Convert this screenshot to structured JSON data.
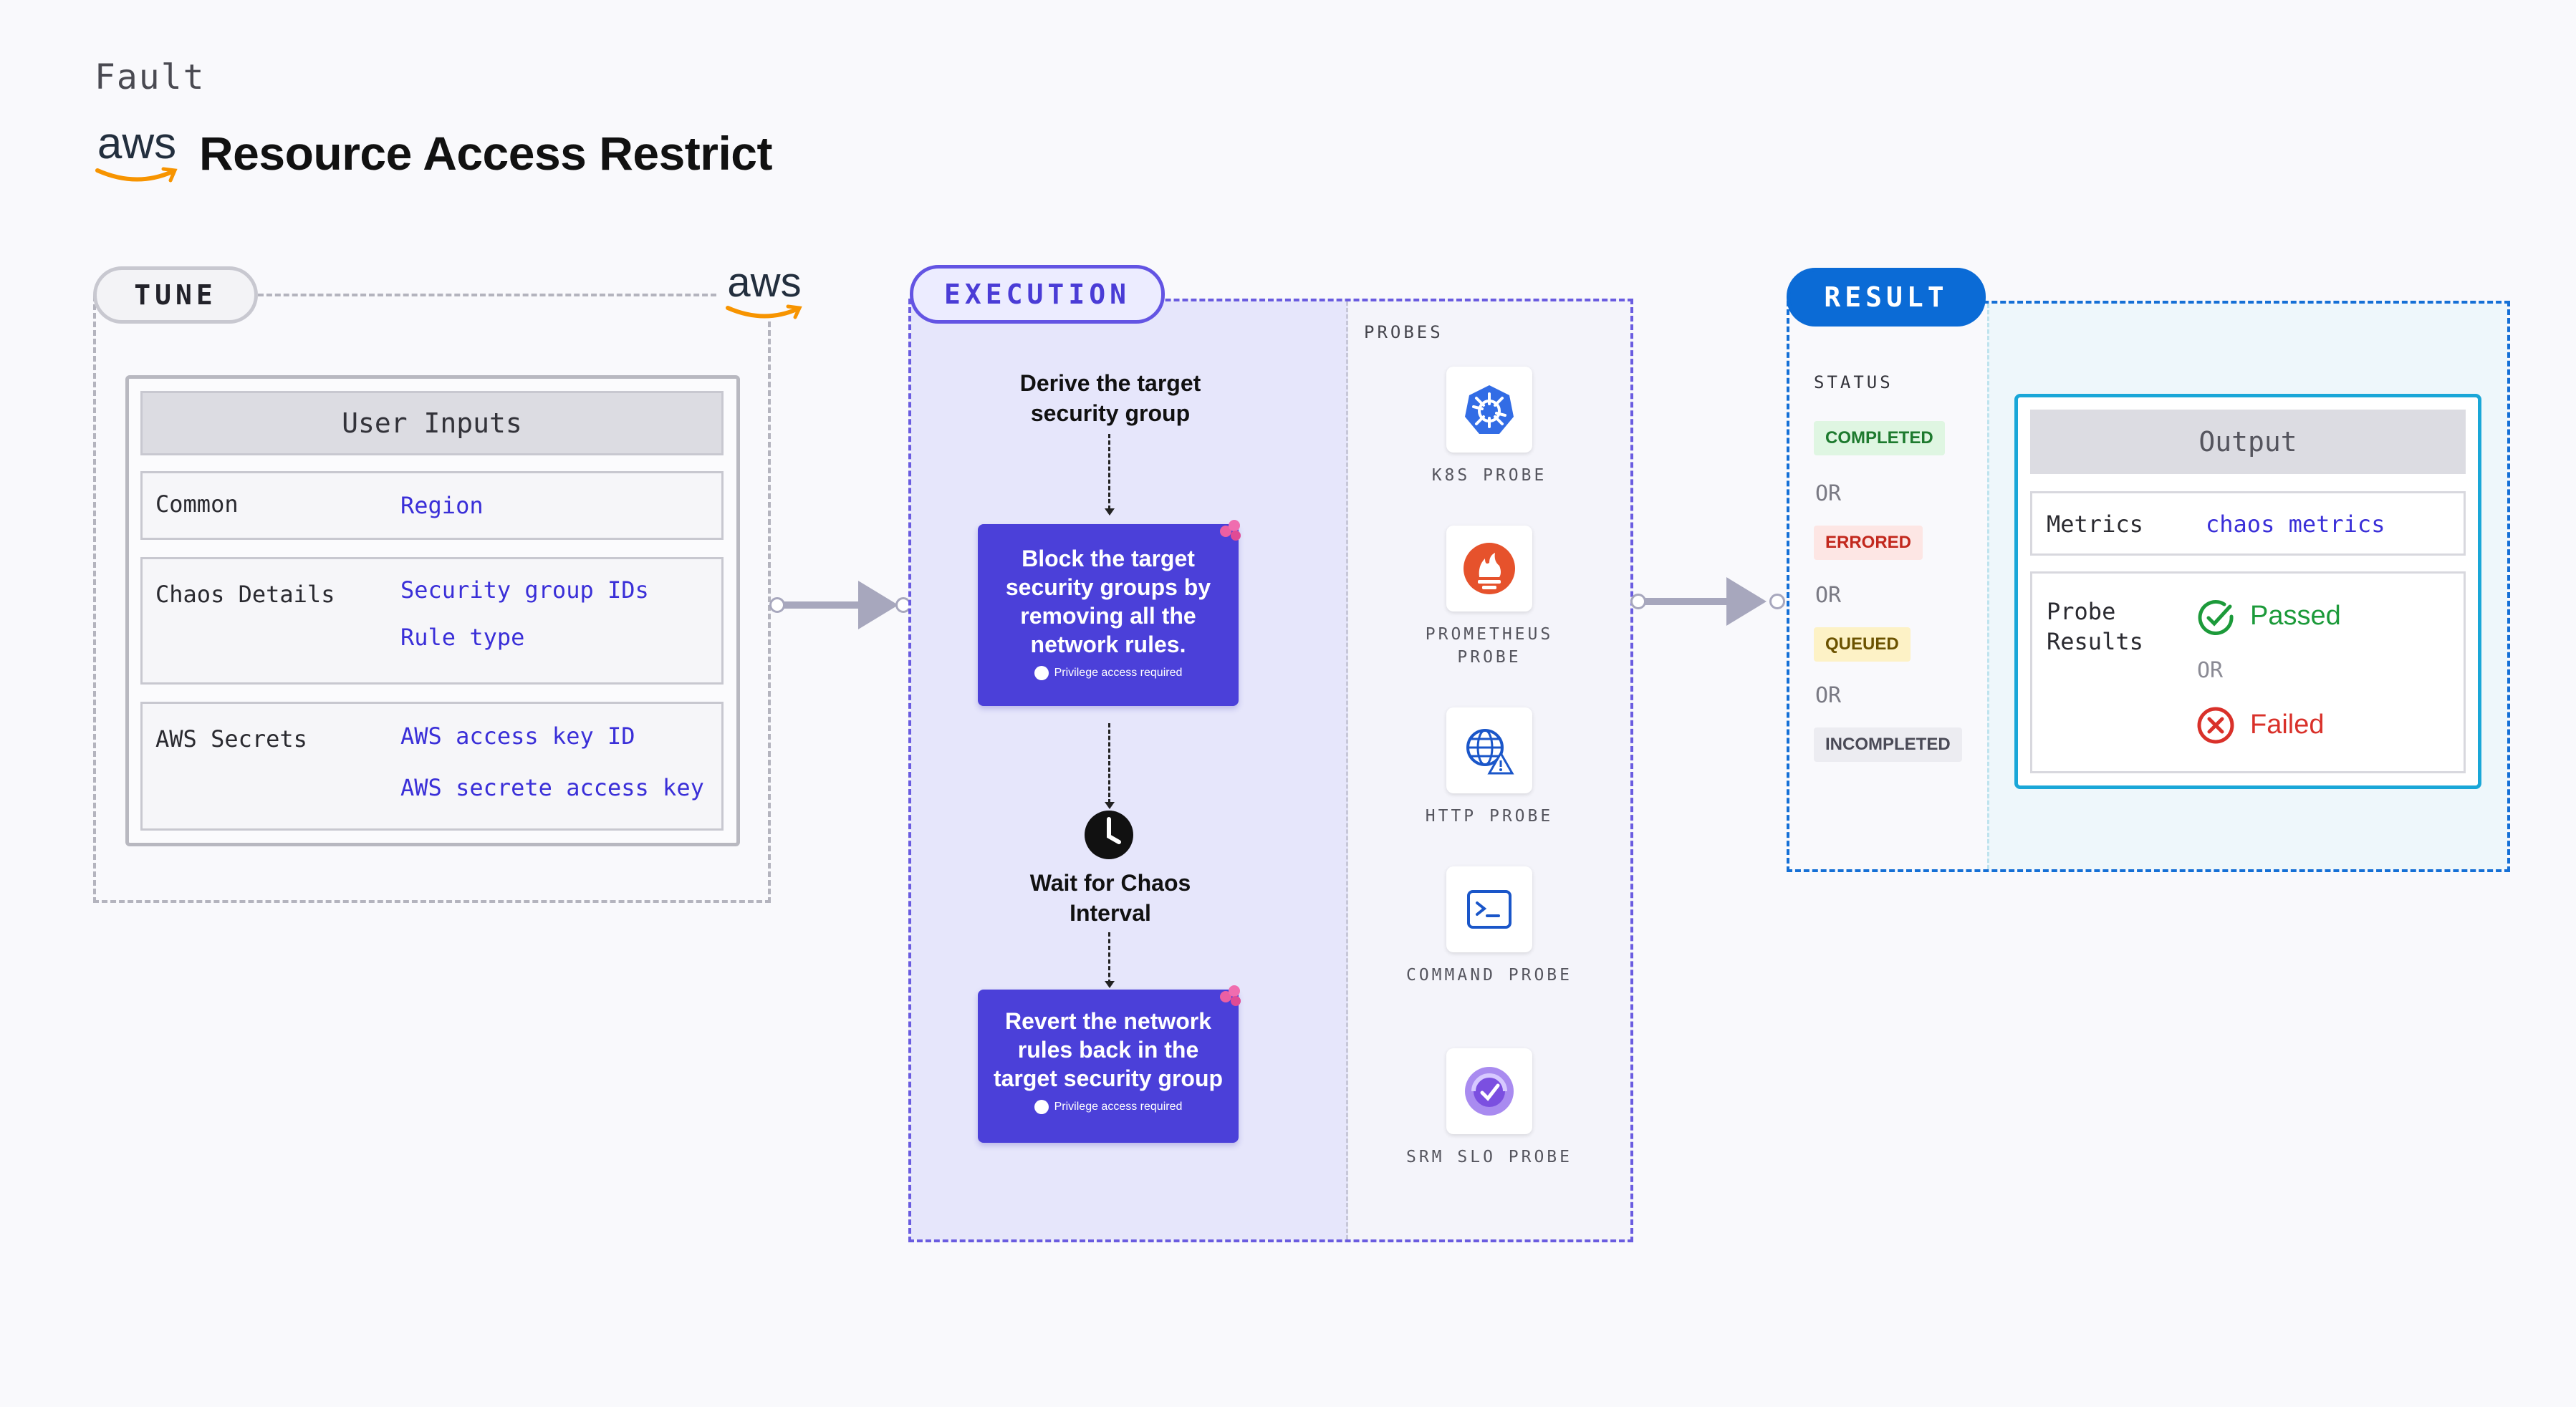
{
  "header": {
    "fault_label": "Fault",
    "title": "Resource Access Restrict",
    "aws_logo_text": "aws"
  },
  "tune": {
    "label": "TUNE",
    "aws_logo_text": "aws",
    "user_inputs": {
      "title": "User Inputs",
      "rows": [
        {
          "label": "Common",
          "values": [
            "Region"
          ]
        },
        {
          "label": "Chaos Details",
          "values": [
            "Security group IDs",
            "Rule type"
          ]
        },
        {
          "label": "AWS Secrets",
          "values": [
            "AWS access key ID",
            "AWS secrete access key"
          ]
        }
      ]
    }
  },
  "execution": {
    "label": "EXECUTION",
    "steps": {
      "derive": "Derive the target security group",
      "block": "Block the target security groups by removing all the network rules.",
      "block_note": "Privilege access required",
      "wait": "Wait for Chaos Interval",
      "revert": "Revert the network rules back in the target security group",
      "revert_note": "Privilege access required"
    },
    "probes_label": "PROBES",
    "probes": [
      {
        "label": "K8S PROBE",
        "icon": "kubernetes-icon"
      },
      {
        "label": "PROMETHEUS PROBE",
        "icon": "prometheus-icon"
      },
      {
        "label": "HTTP PROBE",
        "icon": "globe-warning-icon"
      },
      {
        "label": "COMMAND PROBE",
        "icon": "terminal-icon"
      },
      {
        "label": "SRM SLO PROBE",
        "icon": "slo-gauge-icon"
      }
    ]
  },
  "result": {
    "label": "RESULT",
    "status_label": "STATUS",
    "statuses": [
      {
        "text": "COMPLETED",
        "fg": "#1d7a2e",
        "bg": "#dff6e2"
      },
      {
        "text": "ERRORED",
        "fg": "#c2281d",
        "bg": "#fde6e4"
      },
      {
        "text": "QUEUED",
        "fg": "#6b5200",
        "bg": "#fdf2c6"
      },
      {
        "text": "INCOMPLETED",
        "fg": "#4a4a56",
        "bg": "#ececf1"
      }
    ],
    "or_text": "OR",
    "output": {
      "title": "Output",
      "metrics_label": "Metrics",
      "metrics_value": "chaos metrics",
      "probe_results_label": "Probe Results",
      "passed": "Passed",
      "or_text": "OR",
      "failed": "Failed"
    }
  },
  "colors": {
    "execution_accent": "#4b40d9",
    "result_accent": "#0b6bd6",
    "passed": "#1c9a3a",
    "failed": "#d9312a",
    "input_value": "#3a2fd8"
  }
}
